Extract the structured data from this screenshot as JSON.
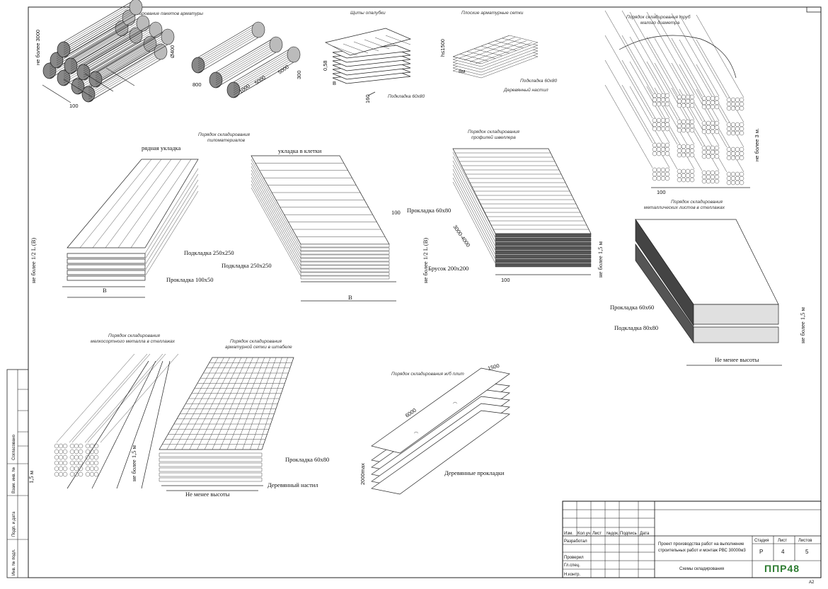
{
  "sheet": {
    "format": "А2"
  },
  "captions": {
    "rebar_packages": "Складирование пакетов арматуры",
    "formwork_panels": "Щиты опалубки",
    "flat_meshes": "Плоские арматурные сетки",
    "small_pipes_1": "Порядок складирования труб",
    "small_pipes_2": "малого диаметра",
    "lumber_1": "Порядок складирования",
    "lumber_2": "пиломатериалов",
    "channel_1": "Порядок складирования",
    "channel_2": "профилей швеллера",
    "sheet_metal_1": "Порядок складирования",
    "sheet_metal_2": "металлических листов в стеллажах",
    "small_metal_1": "Порядок складирования",
    "small_metal_2": "мелкосортного металла в стеллажах",
    "mesh_stack_1": "Порядок складирования",
    "mesh_stack_2": "арматурной сетки в штабеле",
    "slabs": "Порядок складирования ж/б плит"
  },
  "labels": {
    "row_laying": "рядная укладка",
    "cage_laying": "укладка в клетки",
    "podkladka_250_a": "Подкладка 250х250",
    "podkladka_250_b": "Подкладка 250х250",
    "prokladka_100": "Прокладка 100х50",
    "half_length": "не более 1/2 L (B)",
    "half_length_b": "не более 1/2 L (B)",
    "b_a": "В",
    "b_b": "В",
    "b_small": "B",
    "not_more_3000": "не более 3000",
    "not_more_3m": "не более 3 м.",
    "not_more_15_a": "не более 1,5 м",
    "not_more_15_b": "не более 1,5 м",
    "not_more_15_c": "1,5 м",
    "not_more_15_d": "не более 1,5 м",
    "prokladka_60x80_channel": "Прокладка 60х80",
    "brusok": "Брусок 200х200",
    "range_3000_4000": "3000-4000",
    "prokladka_60x60": "Прокладка 60х60",
    "podkladka_80x80": "Подкладка 80х80",
    "not_less_height_a": "Не менее высоты",
    "not_less_height_b": "Не менее высоты",
    "prokladka_60x80_mesh": "Прокладка 60х80",
    "wooden_flooring": "Деревянный настил",
    "wooden_spacers": "Деревянные прокладки",
    "podkladka_60x80_a": "Подкладка 60х80",
    "podkladka_60x80_b": "Подкладка 60х80",
    "wooden_flooring_small": "Деревянный настил",
    "h1500": "h≤1500",
    "d400": "Ø400",
    "dim_100": "100",
    "dim_100_b": "100",
    "dim_100_c": "100",
    "dim_100_d": "100",
    "dim_800": "800",
    "dim_1000": "1000",
    "dim_5000": "5000",
    "dim_5000_b": "5000",
    "dim_300": "300",
    "dim_6000": "6000",
    "dim_1500": "1500",
    "dim_2000max": "2000max",
    "dim_0_58": "0,58",
    "dim_160": "160",
    "dim_8m": "8м"
  },
  "side_stamp": {
    "agreed": "Согласовано",
    "inv_replace": "Взам. инв. №",
    "sign_date": "Подп. и дата",
    "inv_orig": "Инв. № подл."
  },
  "title_block": {
    "header_cols": [
      "Изм.",
      "Кол.уч",
      "Лист",
      "№док.",
      "Подпись",
      "Дата"
    ],
    "roles": [
      "Разработал",
      "Проверил",
      "Гл.спец.",
      "Н.контр."
    ],
    "project_title_1": "Проект производства работ на выполнение",
    "project_title_2": "строительных работ и монтаж РВС 30000м3",
    "sheet_title": "Схемы складирования",
    "stage_label": "Стадия",
    "sheet_label": "Лист",
    "sheets_label": "Листов",
    "stage_value": "Р",
    "sheet_value": "4",
    "sheets_value": "5",
    "logo_text": "ППР48",
    "logo_color": "#2e7d32"
  }
}
